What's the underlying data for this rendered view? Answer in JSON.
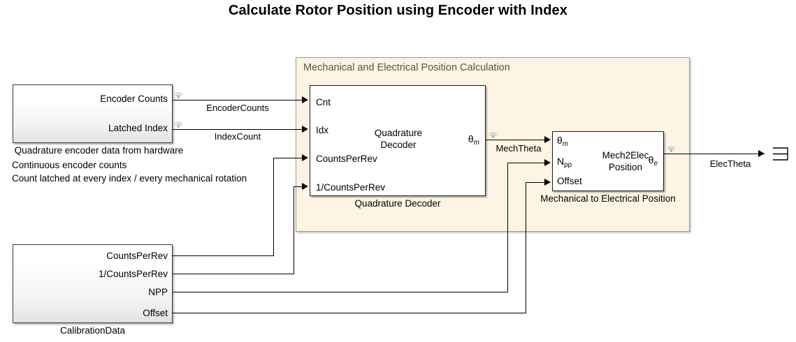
{
  "diagram": {
    "title": "Calculate Rotor Position using Encoder with Index",
    "type": "block-diagram",
    "tool": "simulink"
  },
  "source_block": {
    "caption": "Quadrature encoder data from hardware",
    "outputs": [
      {
        "label": "Encoder Counts"
      },
      {
        "label": "Latched Index"
      }
    ]
  },
  "annotation": {
    "line1": "Continuous encoder counts",
    "line2": "Count latched at every index / every mechanical rotation"
  },
  "calibration_block": {
    "caption": "CalibrationData",
    "outputs": [
      {
        "label": "CountsPerRev"
      },
      {
        "label": "1/CountsPerRev"
      },
      {
        "label": "NPP"
      },
      {
        "label": "Offset"
      }
    ]
  },
  "subsystem": {
    "title": "Mechanical and Electrical Position Calculation",
    "background": "#fdf4e3",
    "border": "#9a9a9a"
  },
  "quadrature_decoder": {
    "name_line1": "Quadrature",
    "name_line2": "Decoder",
    "caption": "Quadrature Decoder",
    "inputs": [
      {
        "label": "Cnt"
      },
      {
        "label": "Idx"
      },
      {
        "label": "CountsPerRev"
      },
      {
        "label": "1/CountsPerRev"
      }
    ],
    "output": {
      "symbol": "θ",
      "subscript": "m"
    }
  },
  "mech2elec": {
    "name_line1": "Mech2Elec",
    "name_line2": "Position",
    "caption": "Mechanical to Electrical Position",
    "inputs": [
      {
        "symbol": "θ",
        "subscript": "m",
        "label": ""
      },
      {
        "symbol": "N",
        "subscript": "pp",
        "label": ""
      },
      {
        "symbol": "",
        "subscript": "",
        "label": "Offset"
      }
    ],
    "output": {
      "symbol": "θ",
      "subscript": "e"
    }
  },
  "signals": [
    {
      "name": "EncoderCounts",
      "logged": true
    },
    {
      "name": "IndexCount",
      "logged": true
    },
    {
      "name": "MechTheta",
      "logged": true
    },
    {
      "name": "ElecTheta",
      "logged": true
    }
  ],
  "signal_labels": {
    "encoder_counts": "EncoderCounts",
    "index_count": "IndexCount",
    "mech_theta": "MechTheta",
    "elec_theta": "ElecTheta"
  },
  "colors": {
    "subsystem_fill": "#fdf4e3",
    "subsystem_border": "#9a9a9a",
    "block_border": "#1a1a1a",
    "wire": "#000000",
    "badge": "#9fb6d6",
    "subsystem_label_text": "#5a5348"
  }
}
